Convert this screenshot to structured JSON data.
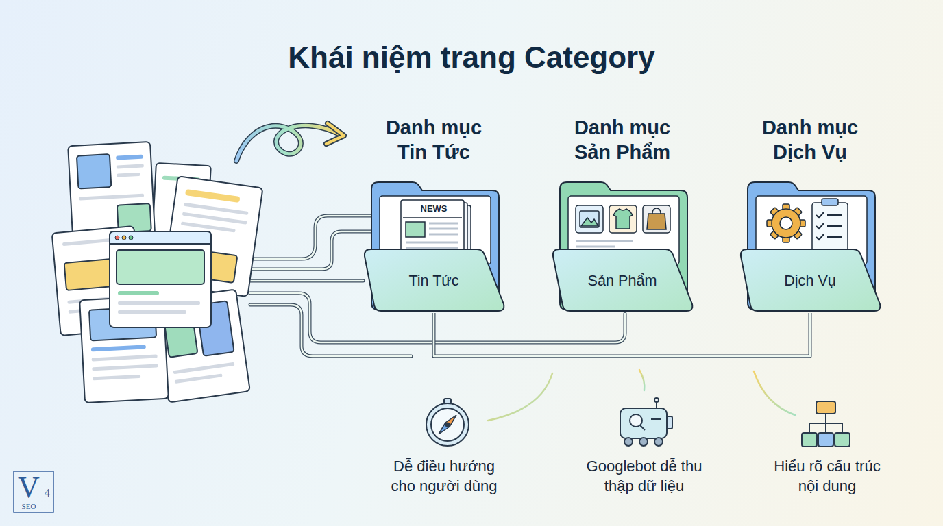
{
  "diagram": {
    "title": "Khái niệm trang Category",
    "nodes": [
      {
        "text": [
          "Danh mục Tin Tức",
          "Tin Tức"
        ]
      },
      {
        "text": [
          "Danh mục Sản Phẩm",
          "Sản Phẩm"
        ]
      },
      {
        "text": [
          "Danh mục Dịch Vụ",
          "Dịch Vụ"
        ]
      }
    ],
    "edges": [
      {
        "from": 0,
        "to": 2,
        "arrow": "none"
      }
    ],
    "labels": [
      "NEWS",
      "Dễ điều hướng cho người dùng",
      "Googlebot dễ thu thập dữ liệu",
      "Hiểu rõ cấu trúc nội dung",
      "V",
      "4",
      "SEO"
    ]
  }
}
